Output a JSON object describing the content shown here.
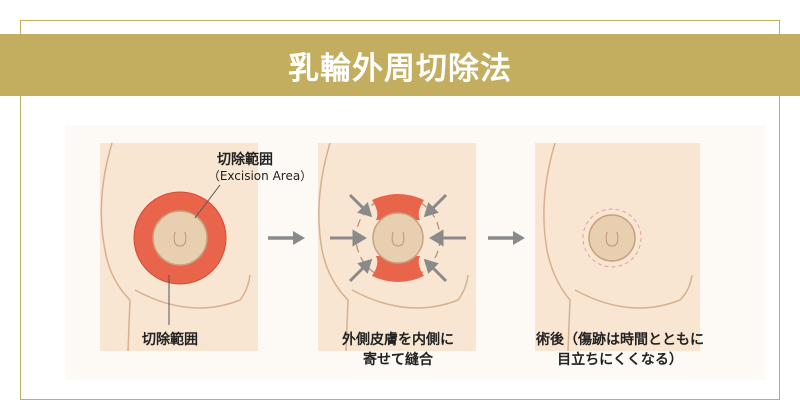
{
  "title": "乳輪外周切除法",
  "panel1": {
    "label_top": "切除範囲",
    "label_top_en": "（Excision Area）",
    "caption": "切除範囲"
  },
  "panel2": {
    "caption_line1": "外側皮膚を内側に",
    "caption_line2": "寄せて縫合"
  },
  "panel3": {
    "caption_line1": "術後（傷跡は時間とともに",
    "caption_line2": "目立ちにくくなる）"
  },
  "colors": {
    "gold": "#c2ae5e",
    "skin": "#f8e6d2",
    "areola": "#e8cfb0",
    "excision": "#e8654c",
    "arrow": "#8a8a8a"
  }
}
